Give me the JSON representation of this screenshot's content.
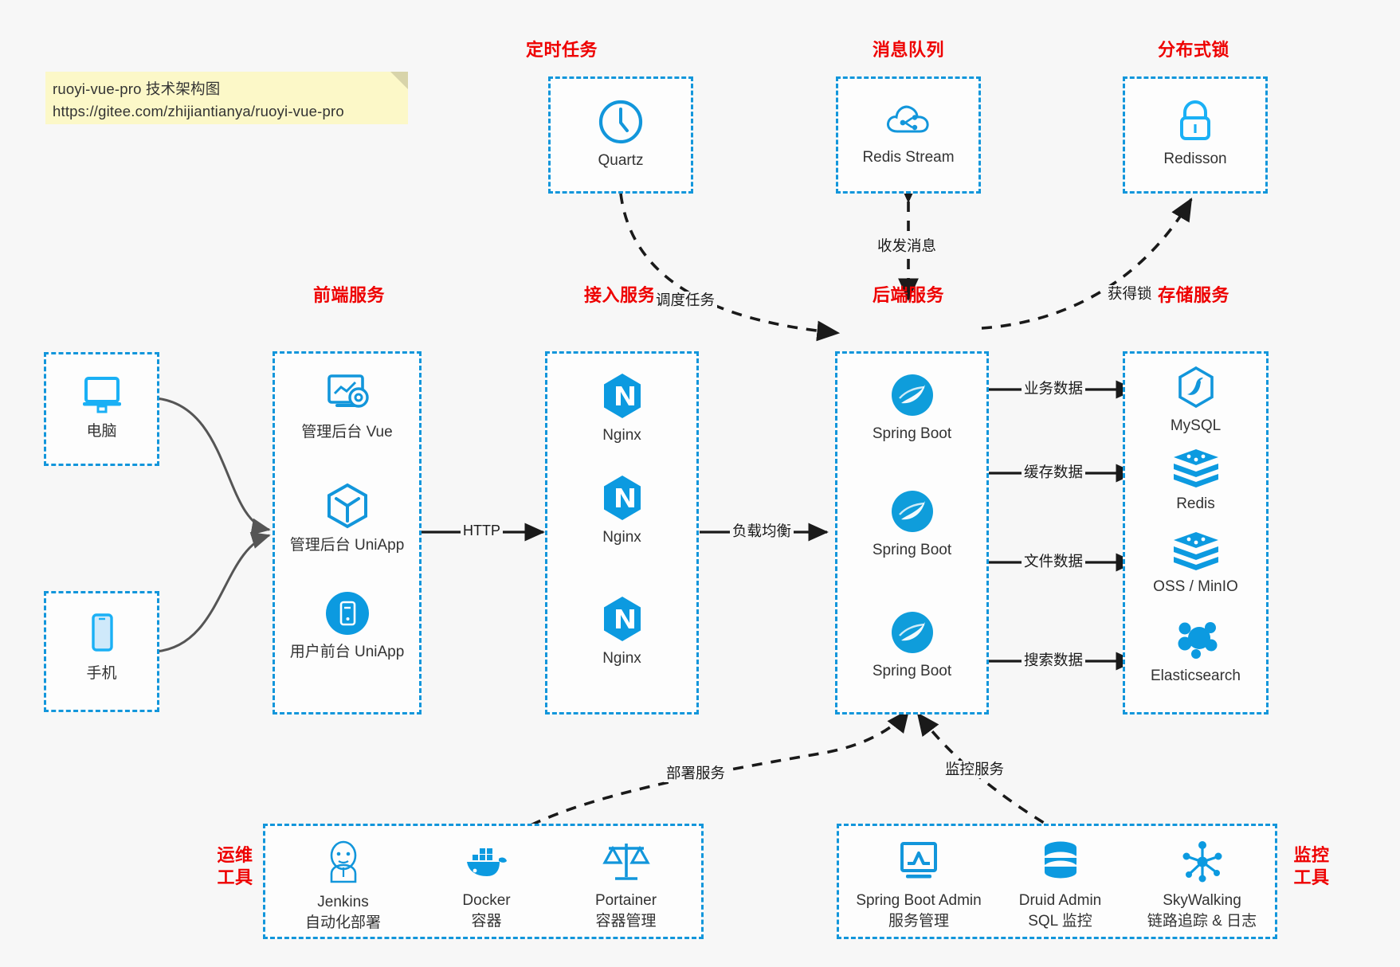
{
  "note": {
    "line1": "ruoyi-vue-pro 技术架构图",
    "line2": "https://gitee.com/zhijiantianya/ruoyi-vue-pro"
  },
  "colors": {
    "accent": "#1296db",
    "header": "#ee0000",
    "note_bg": "#fcf8c8",
    "edge": "#1a1a1a",
    "client_edge": "#555555",
    "canvas": "#f7f7f7"
  },
  "groups": {
    "scheduler": {
      "title": "定时任务",
      "nodes": [
        {
          "label": "Quartz",
          "icon": "clock-icon"
        }
      ]
    },
    "mq": {
      "title": "消息队列",
      "nodes": [
        {
          "label": "Redis Stream",
          "icon": "cloud-stream-icon"
        }
      ]
    },
    "lock": {
      "title": "分布式锁",
      "nodes": [
        {
          "label": "Redisson",
          "icon": "lock-icon"
        }
      ]
    },
    "clients": {
      "nodes": [
        {
          "label": "电脑",
          "icon": "desktop-icon"
        },
        {
          "label": "手机",
          "icon": "phone-icon"
        }
      ]
    },
    "frontend": {
      "title": "前端服务",
      "nodes": [
        {
          "label": "管理后台 Vue",
          "icon": "dashboard-icon"
        },
        {
          "label": "管理后台 UniApp",
          "icon": "cube-icon"
        },
        {
          "label": "用户前台 UniApp",
          "icon": "mobile-app-icon"
        }
      ]
    },
    "gateway": {
      "title": "接入服务",
      "nodes": [
        {
          "label": "Nginx",
          "icon": "nginx-icon"
        },
        {
          "label": "Nginx",
          "icon": "nginx-icon"
        },
        {
          "label": "Nginx",
          "icon": "nginx-icon"
        }
      ]
    },
    "backend": {
      "title": "后端服务",
      "nodes": [
        {
          "label": "Spring Boot",
          "icon": "spring-icon"
        },
        {
          "label": "Spring Boot",
          "icon": "spring-icon"
        },
        {
          "label": "Spring Boot",
          "icon": "spring-icon"
        }
      ]
    },
    "storage": {
      "title": "存储服务",
      "nodes": [
        {
          "label": "MySQL",
          "icon": "mysql-icon"
        },
        {
          "label": "Redis",
          "icon": "redis-icon"
        },
        {
          "label": "OSS / MinIO",
          "icon": "oss-icon"
        },
        {
          "label": "Elasticsearch",
          "icon": "elasticsearch-icon"
        }
      ]
    },
    "devops": {
      "title_line1": "运维",
      "title_line2": "工具",
      "nodes": [
        {
          "label": "Jenkins",
          "sub": "自动化部署",
          "icon": "jenkins-icon"
        },
        {
          "label": "Docker",
          "sub": "容器",
          "icon": "docker-icon"
        },
        {
          "label": "Portainer",
          "sub": "容器管理",
          "icon": "scales-icon"
        }
      ]
    },
    "monitoring": {
      "title_line1": "监控",
      "title_line2": "工具",
      "nodes": [
        {
          "label": "Spring Boot Admin",
          "sub": "服务管理",
          "icon": "monitor-chart-icon"
        },
        {
          "label": "Druid Admin",
          "sub": "SQL 监控",
          "icon": "database-icon"
        },
        {
          "label": "SkyWalking",
          "sub": "链路追踪 & 日志",
          "icon": "skywalking-icon"
        }
      ]
    }
  },
  "edges": [
    {
      "id": "schedule",
      "label": "调度任务",
      "style": "dashed"
    },
    {
      "id": "messaging",
      "label": "收发消息",
      "style": "dashed"
    },
    {
      "id": "acquire",
      "label": "获得锁",
      "style": "dashed"
    },
    {
      "id": "http",
      "label": "HTTP",
      "style": "solid"
    },
    {
      "id": "lb",
      "label": "负载均衡",
      "style": "solid"
    },
    {
      "id": "biz",
      "label": "业务数据",
      "style": "solid"
    },
    {
      "id": "cache",
      "label": "缓存数据",
      "style": "solid"
    },
    {
      "id": "file",
      "label": "文件数据",
      "style": "solid"
    },
    {
      "id": "search",
      "label": "搜索数据",
      "style": "solid"
    },
    {
      "id": "deploy",
      "label": "部署服务",
      "style": "dashed"
    },
    {
      "id": "monitor",
      "label": "监控服务",
      "style": "dashed"
    }
  ]
}
